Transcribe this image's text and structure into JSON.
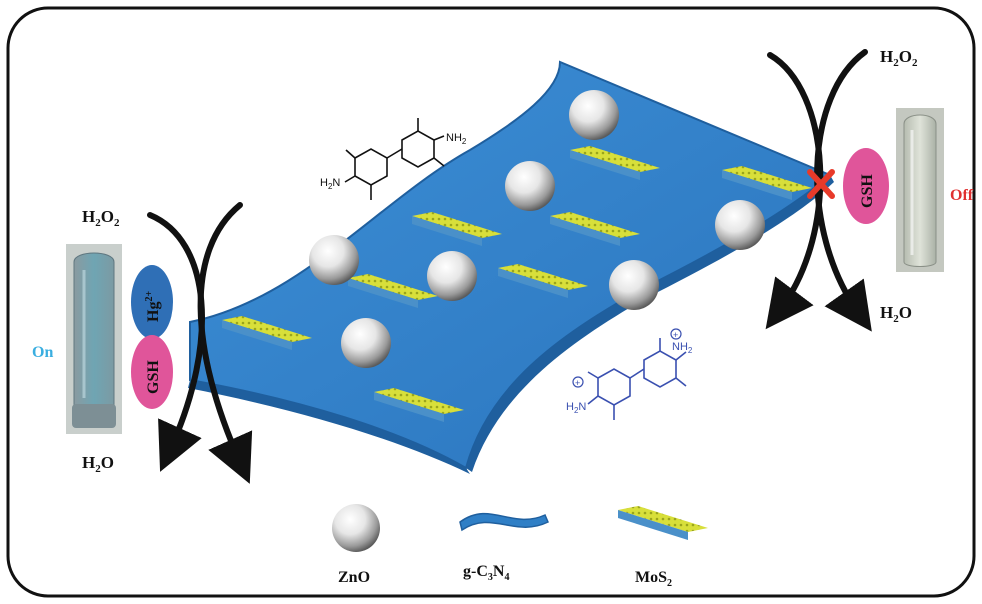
{
  "labels": {
    "h2o2_left": "H",
    "h2o2_left_sub": "2",
    "h2o2_left_o": "O",
    "h2o2_left_sub2": "2",
    "h2o_left": "H",
    "h2o_left_sub": "2",
    "h2o_left_o": "O",
    "h2o2_right": "H",
    "h2o2_right_sub": "2",
    "h2o2_right_o": "O",
    "h2o2_right_sub2": "2",
    "h2o_right": "H",
    "h2o_right_sub": "2",
    "h2o_right_o": "O",
    "on": "On",
    "off": "Off",
    "hg": "Hg",
    "hg_sup": "2+",
    "gsh_left": "GSH",
    "gsh_right": "GSH"
  },
  "molecules": {
    "tmb_nh2_top": "NH",
    "tmb_nh2_top_sub": "2",
    "tmb_h2n_left": "H",
    "tmb_h2n_left_sub": "2",
    "tmb_h2n_left_n": "N",
    "ox_nh2_top": "NH",
    "ox_nh2_top_sub": "2",
    "ox_h2n_left": "H",
    "ox_h2n_left_sub": "2",
    "ox_h2n_left_n": "N"
  },
  "legend": {
    "zno": "ZnO",
    "gcn_prefix": "g-C",
    "gcn_sub1": "3",
    "gcn_n": "N",
    "gcn_sub2": "4",
    "mos_prefix": "MoS",
    "mos_sub": "2"
  },
  "colors": {
    "sheet": "#2f7fc6",
    "sheet_edge": "#1f5f9e",
    "mos2_top": "#d8df3a",
    "mos2_side": "#4a90c9",
    "gsh": "#e0559a",
    "hg": "#2f6fb6",
    "on": "#3aaee0",
    "off": "#e03030",
    "ox_molecule": "#3a50b0",
    "cross": "#e83a2a"
  }
}
